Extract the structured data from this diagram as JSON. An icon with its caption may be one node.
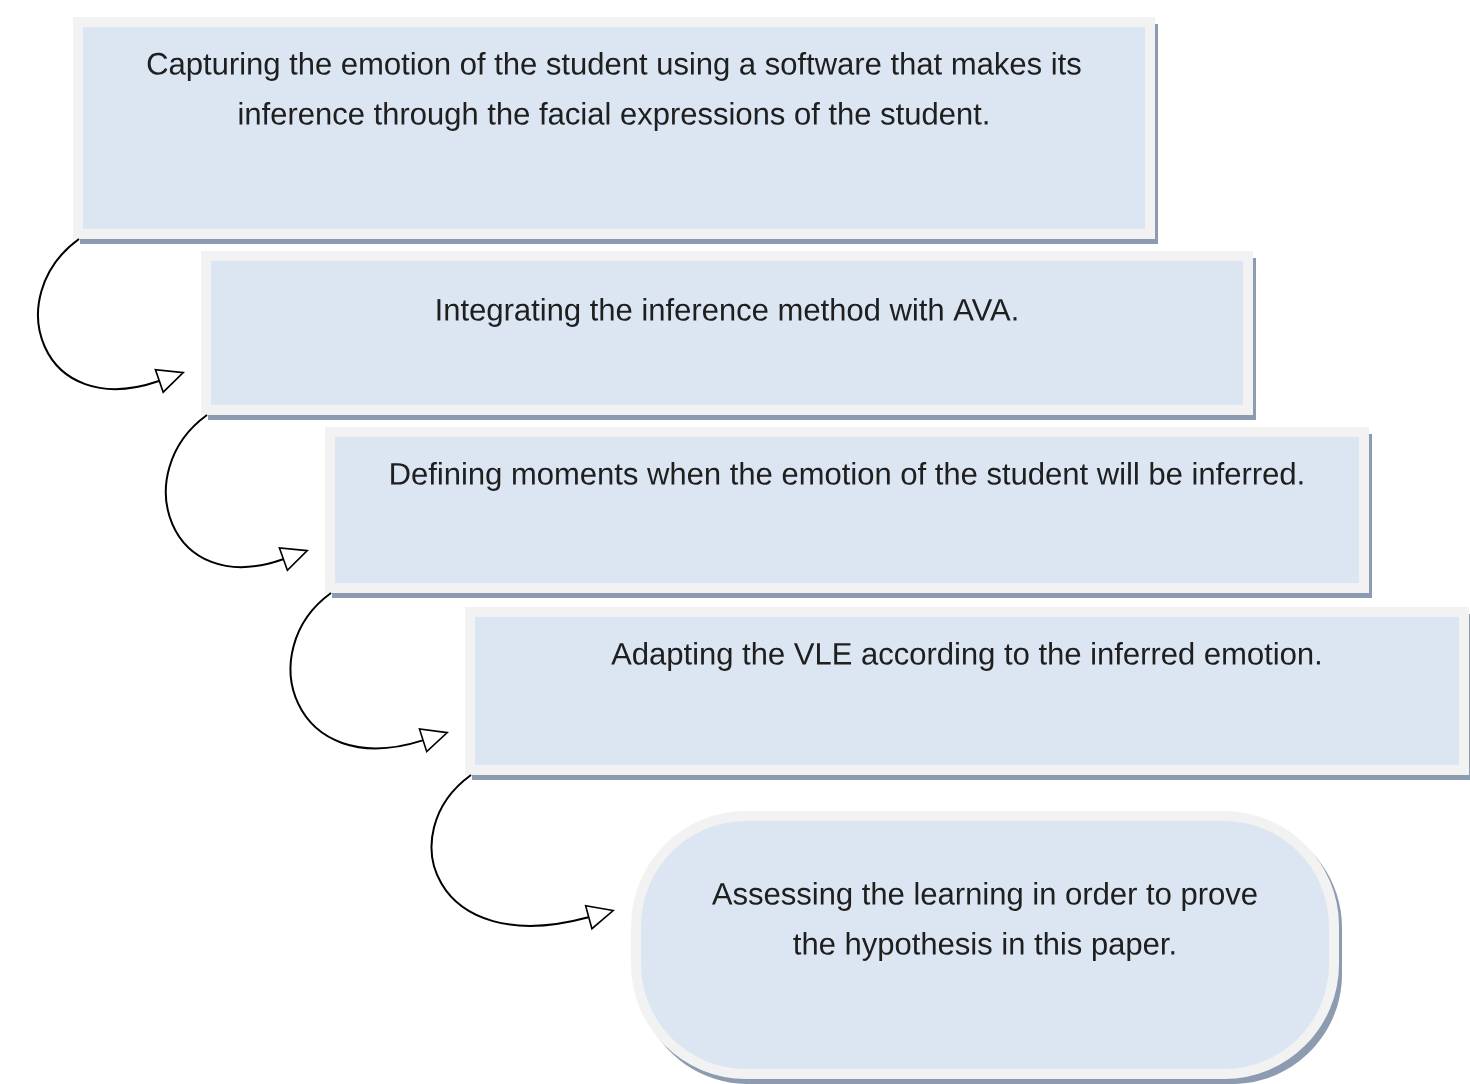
{
  "diagram": {
    "nodes": [
      {
        "text": [
          "Capturing the emotion of the student using a software that makes its inference through the facial expressions of the student."
        ]
      },
      {
        "text": [
          "Integrating the inference method with AVA."
        ]
      },
      {
        "text": [
          "Defining moments when the emotion of the student will be inferred."
        ]
      },
      {
        "text": [
          "Adapting the VLE according to the inferred emotion."
        ]
      },
      {
        "text": [
          "Assessing the learning in order to prove the hypothesis in this paper."
        ]
      }
    ],
    "edges": [
      {
        "from": 0,
        "to": 1,
        "arrow": "to"
      },
      {
        "from": 1,
        "to": 2,
        "arrow": "to"
      },
      {
        "from": 2,
        "to": 3,
        "arrow": "to"
      },
      {
        "from": 3,
        "to": 4,
        "arrow": "to"
      }
    ]
  }
}
